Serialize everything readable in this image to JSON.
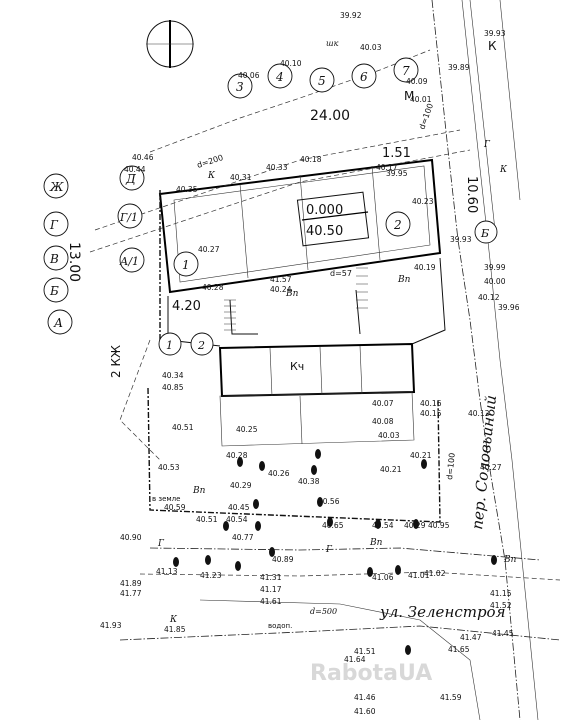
{
  "street_labels": {
    "street": "ул. Зеленстроя",
    "lane": "пер. Соловьиный"
  },
  "main_building": {
    "zero_mark": "0.000",
    "abs_mark": "40.50",
    "number": "2",
    "width_dim": "24.00",
    "depth_dim": "13.00",
    "small_dim_1": "1.51",
    "small_dim_2": "10.60",
    "small_dim_3": "4.20"
  },
  "axis_letters": [
    "Ж",
    "Д",
    "Г",
    "Г/1",
    "В",
    "Б",
    "А/1",
    "А"
  ],
  "axis_numbers": [
    "1",
    "2",
    "3",
    "4",
    "5",
    "6",
    "7"
  ],
  "building_labels": {
    "bldg1": "1",
    "kzh": "2 КЖ",
    "kch": "Кч",
    "letter_k": "К",
    "letter_m": "М"
  },
  "marks": [
    "39.92",
    "39.93",
    "39.89",
    "40.03",
    "40.06",
    "40.10",
    "40.09",
    "40.01",
    "40.46",
    "40.44",
    "40.35",
    "40.27",
    "40.31",
    "40.33",
    "40.18",
    "40.17",
    "39.95",
    "40.23",
    "40.19",
    "39.93",
    "39.99",
    "40.00",
    "40.12",
    "40.34",
    "40.85",
    "40.51",
    "40.25",
    "40.07",
    "40.08",
    "40.03",
    "40.16",
    "40.15",
    "40.12",
    "40.27",
    "40.53",
    "40.28",
    "40.29",
    "40.26",
    "40.38",
    "40.21",
    "40.21",
    "40.59",
    "40.51",
    "40.45",
    "40.54",
    "40.56",
    "40.65",
    "40.54",
    "40.29",
    "40.95",
    "40.90",
    "40.77",
    "40.89",
    "41.13",
    "41.23",
    "41.31",
    "41.17",
    "41.61",
    "41.06",
    "41.01",
    "41.02",
    "41.89",
    "41.77",
    "41.15",
    "41.52",
    "41.93",
    "41.85",
    "41.45",
    "41.47",
    "41.51",
    "41.64",
    "41.65",
    "41.46",
    "41.60",
    "41.59",
    "41.57",
    "40.24",
    "40.28",
    "39.96"
  ],
  "utility_labels": {
    "g": "Г",
    "k": "К",
    "vp": "Вп",
    "d100": "d=100",
    "d200": "d=200",
    "d57": "d=57",
    "d500": "d=500",
    "shk": "шк",
    "in_ground": "в земле",
    "vodop": "водоп."
  },
  "watermark": "RabotaUA"
}
